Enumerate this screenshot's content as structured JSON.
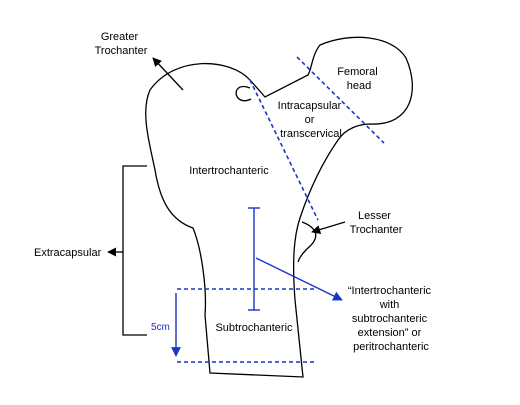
{
  "labels": {
    "greater_trochanter": [
      "Greater",
      "Trochanter"
    ],
    "femoral_head": [
      "Femoral",
      "head"
    ],
    "intracapsular": [
      "Intracapsular",
      "or",
      "transcervical"
    ],
    "intertrochanteric": "Intertrochanteric",
    "lesser_trochanter": [
      "Lesser",
      "Trochanter"
    ],
    "extracapsular": "Extracapsular",
    "subtrochanteric": "Subtrochanteric",
    "five_cm": "5cm",
    "peritrochanteric": [
      "“Intertrochanteric",
      "with",
      "subtrochanteric",
      "extension” or",
      "peritrochanteric"
    ]
  },
  "colors": {
    "outline": "#000000",
    "measure": "#1a33c8"
  }
}
